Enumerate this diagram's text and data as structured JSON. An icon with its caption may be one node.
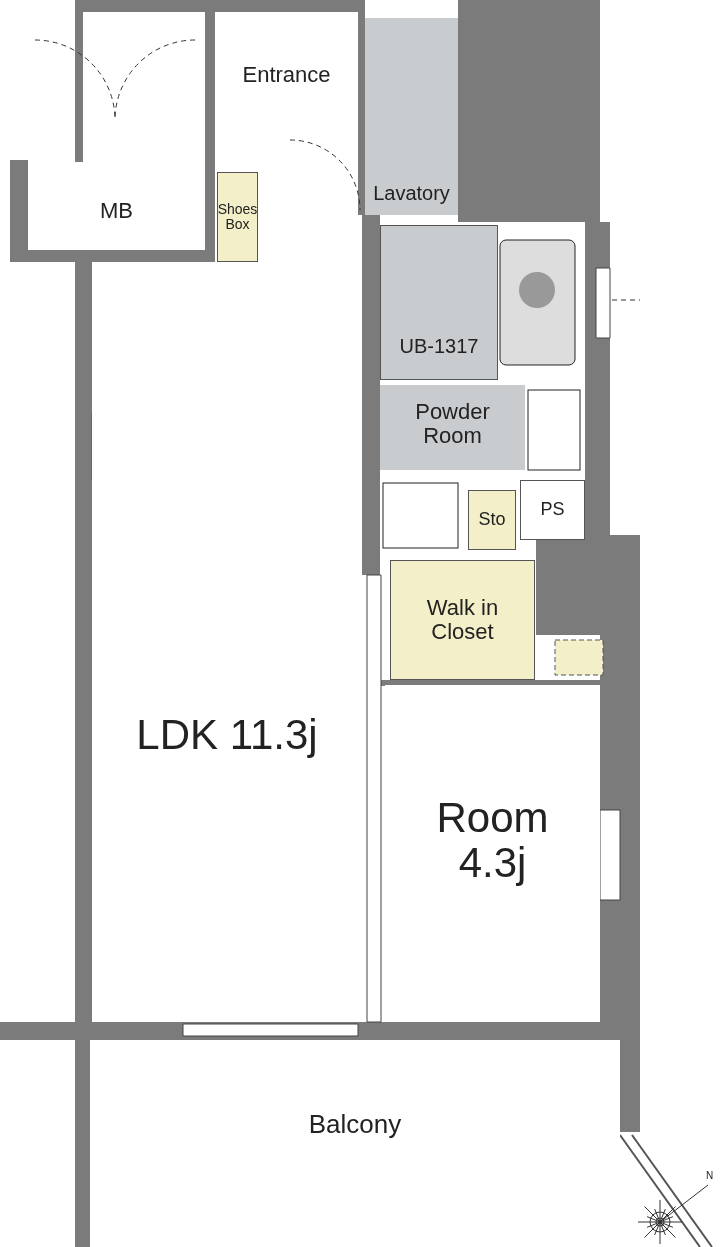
{
  "diagram": {
    "nodes": [
      {
        "text": [
          "Entrance"
        ]
      },
      {
        "text": [
          "MB"
        ]
      },
      {
        "text": [
          "Shoes Box"
        ]
      },
      {
        "text": [
          "Lavatory"
        ]
      },
      {
        "text": [
          "UB-1317"
        ]
      },
      {
        "text": [
          "Powder Room"
        ]
      },
      {
        "text": [
          "Sto"
        ]
      },
      {
        "text": [
          "PS"
        ]
      },
      {
        "text": [
          "Walk in Closet"
        ]
      },
      {
        "text": [
          "LDK 11.3j"
        ]
      },
      {
        "text": [
          "Room 4.3j"
        ]
      },
      {
        "text": [
          "Balcony"
        ]
      }
    ],
    "labels": [
      "N"
    ]
  }
}
